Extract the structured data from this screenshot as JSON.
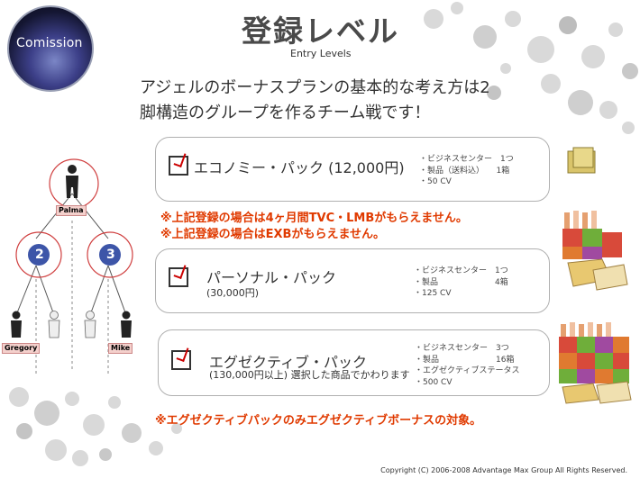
{
  "logo": {
    "text": "Comission"
  },
  "title": "登録レベル",
  "subtitle": "Entry Levels",
  "intro": {
    "line1": "アジェルのボーナスプランの基本的な考え方は2",
    "line2": "脚構造のグループを作るチーム戦です！"
  },
  "tree": {
    "top": "Palma",
    "left_num": "2",
    "right_num": "3",
    "bottom_left": "Gregory",
    "bottom_right": "Mike"
  },
  "packs": [
    {
      "name": "エコノミー・パック (12,000円)",
      "sub": "",
      "details": "・ビジネスセンター　1つ\n・製品（送料込）　　1箱\n・50 CV"
    },
    {
      "name": "パーソナル・パック",
      "sub": "(30,000円)",
      "details": "・ビジネスセンター　1つ\n・製品　　　　　　　4箱\n・125 CV"
    },
    {
      "name": "エグゼクティブ・パック",
      "sub": "(130,000円以上) 選択した商品でかわります",
      "details": "・ビジネスセンター　3つ\n・製品　　　　　　　16箱\n・エグゼクティブステータス\n・500 CV"
    }
  ],
  "notes": {
    "note1": "※上記登録の場合は4ヶ月間TVC・LMBがもらえません。",
    "note2": "※上記登録の場合はEXBがもらえません。",
    "note3": "※エグゼクティブパックのみエグゼクティブボーナスの対象。"
  },
  "copyright": "Copyright (C) 2006-2008 Advantage Max Group All Rights Reserved.",
  "colors": {
    "note": "#e03a00",
    "circle": "#d04040",
    "bubble": "#d9d9d9"
  }
}
